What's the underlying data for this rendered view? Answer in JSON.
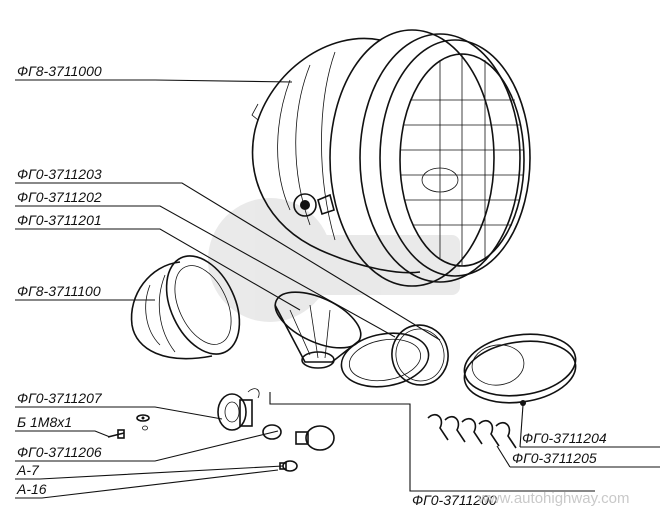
{
  "part_labels": {
    "headlamp_assembly": "ФГ8-3711000",
    "part_203": "ФГ0-3711203",
    "part_202": "ФГ0-3711202",
    "part_201": "ФГ0-3711201",
    "housing_shell": "ФГ8-3711100",
    "part_207": "ФГ0-3711207",
    "bolt": "Б 1М8х1",
    "part_206": "ФГ0-3711206",
    "bulb_a7": "А-7",
    "bulb_a16": "А-16",
    "part_204": "ФГ0-3711204",
    "part_205": "ФГ0-3711205",
    "part_200": "ФГ0-3711200"
  },
  "watermark": "www.autohighway.com",
  "colors": {
    "ink": "#111111",
    "watermark": "#c9c9c9"
  }
}
